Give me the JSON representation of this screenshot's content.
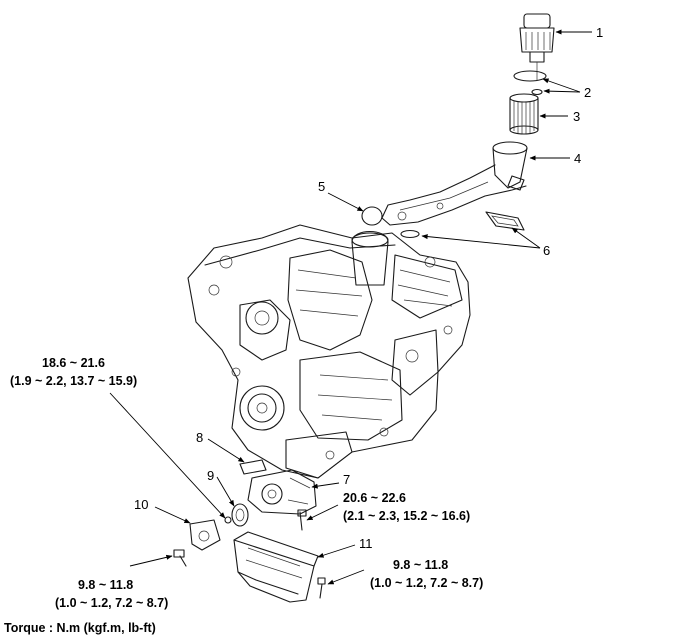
{
  "callouts": [
    "1",
    "2",
    "3",
    "4",
    "5",
    "6",
    "7",
    "8",
    "9",
    "10",
    "11"
  ],
  "torques": {
    "t9": [
      "18.6 ~ 21.6",
      "(1.9 ~ 2.2, 13.7 ~ 15.9)"
    ],
    "t7": [
      "20.6 ~ 22.6",
      "(2.1 ~ 2.3, 15.2 ~ 16.6)"
    ],
    "t10": [
      "9.8 ~ 11.8",
      "(1.0 ~ 1.2, 7.2 ~ 8.7)"
    ],
    "t11": [
      "9.8 ~ 11.8",
      "(1.0 ~ 1.2, 7.2 ~ 8.7)"
    ]
  },
  "footer": "Torque : N.m (kgf.m, lb-ft)"
}
